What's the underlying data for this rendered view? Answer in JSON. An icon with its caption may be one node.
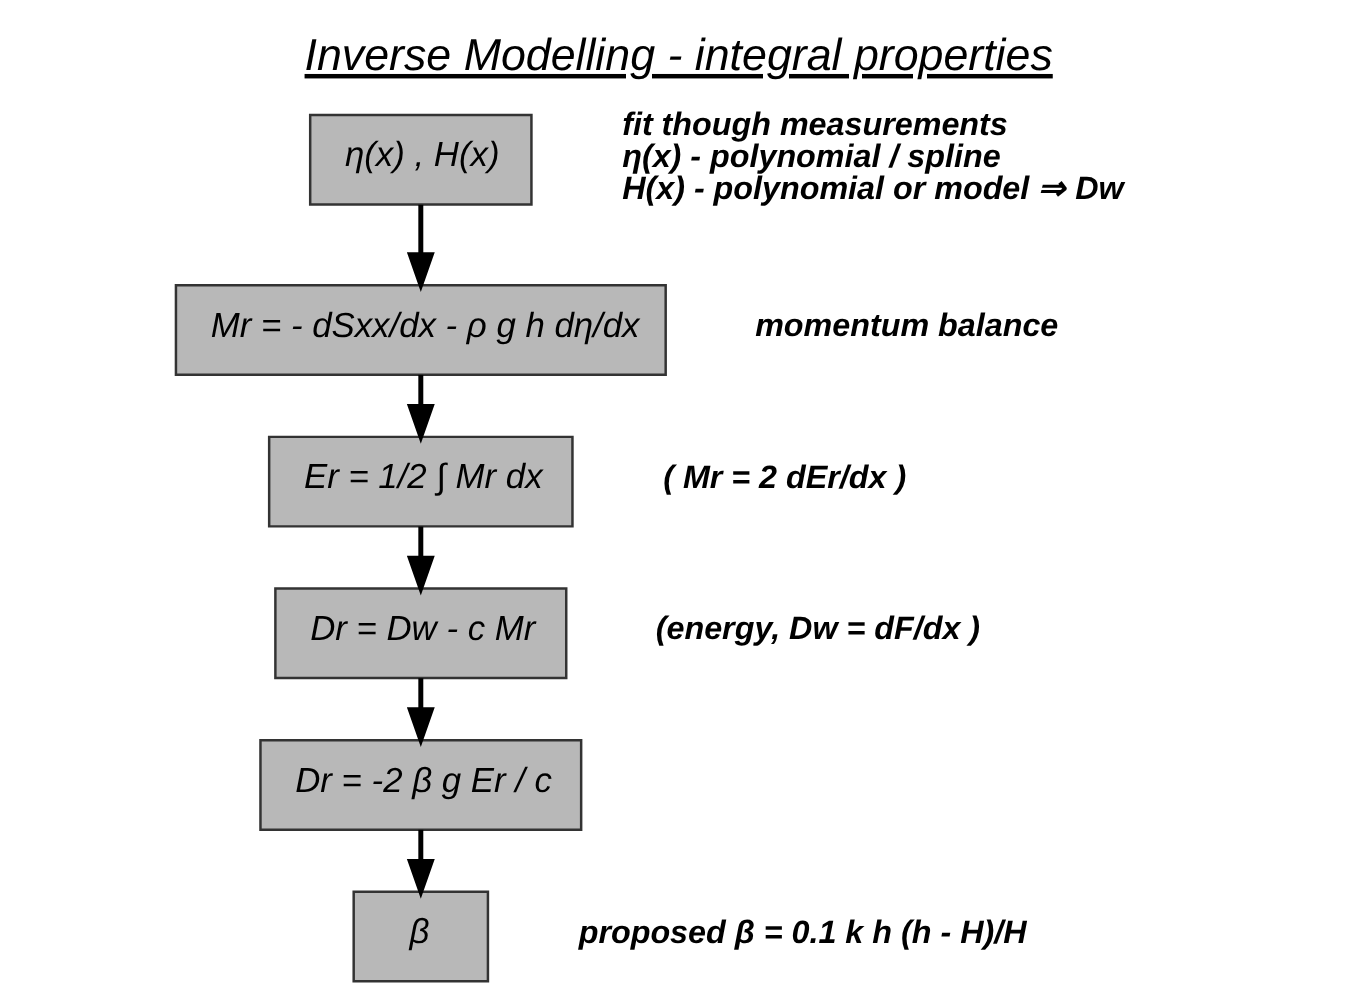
{
  "diagram": {
    "title": "Inverse Modelling - integral properties",
    "nodes": [
      {
        "text": [
          "η(x) , H(x)"
        ],
        "beside": [
          "fit though measurements",
          "η(x) - polynomial / spline",
          "H(x) - polynomial or model ⇒ Dw"
        ]
      },
      {
        "text": [
          "Mr = - dSxx/dx - ρ g h dη/dx"
        ],
        "beside": [
          "momentum balance"
        ]
      },
      {
        "text": [
          "Er = 1/2 ∫ Mr dx"
        ],
        "beside": [
          "( Mr = 2 dEr/dx )"
        ]
      },
      {
        "text": [
          "Dr = Dw - c Mr"
        ],
        "beside": [
          "(energy, Dw = dF/dx )"
        ]
      },
      {
        "text": [
          "Dr = -2 β g Er / c"
        ]
      },
      {
        "text": [
          "β"
        ],
        "beside": [
          "proposed β = 0.1 k h (h - H)/H"
        ]
      }
    ],
    "edges": [
      {
        "from": 0,
        "to": 1,
        "arrow": "to"
      },
      {
        "from": 1,
        "to": 2,
        "arrow": "to"
      },
      {
        "from": 2,
        "to": 3,
        "arrow": "to"
      },
      {
        "from": 3,
        "to": 4,
        "arrow": "to"
      },
      {
        "from": 4,
        "to": 5,
        "arrow": "to"
      }
    ]
  }
}
